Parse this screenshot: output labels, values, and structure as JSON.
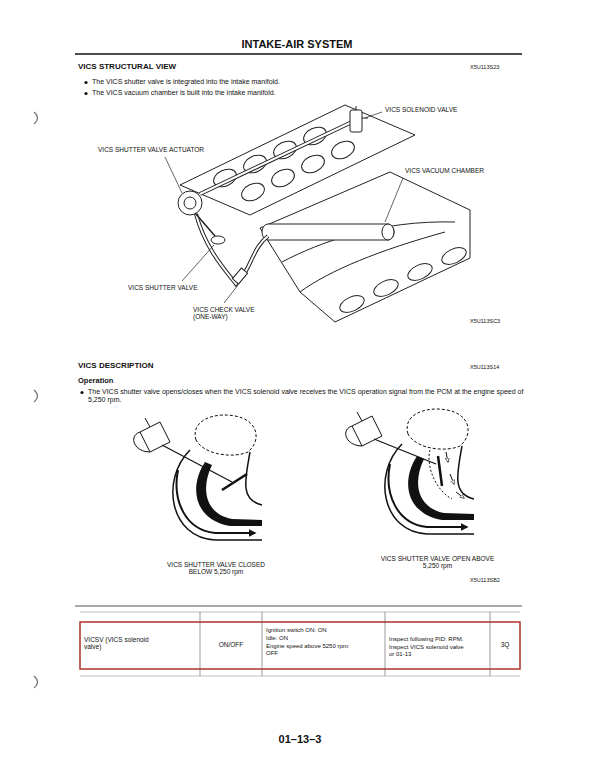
{
  "diagram": {
    "title": "INTAKE-AIR SYSTEM",
    "labels": [
      "VICS STRUCTURAL VIEW",
      "X5U113S23",
      "The VICS shutter valve is integrated into the intake manifold.",
      "The VICS vacuum chamber is built into the intake manifold.",
      "VICS SOLENOID VALVE",
      "VICS SHUTTER VALVE ACTUATOR",
      "VICS VACUUM CHAMBER",
      "VICS SHUTTER VALVE",
      "VICS CHECK VALVE (ONE-WAY)",
      "X5U113SC3",
      "VICS DESCRIPTION",
      "X5U113S14",
      "Operation",
      "The VICS shutter valve opens/closes when the VICS solenoid valve receives the VICS operation signal from the PCM at the engine speed of 5,250 rpm.",
      "VICS SHUTTER VALVE CLOSED BELOW 5,250 rpm",
      "VICS SHUTTER VALVE OPEN ABOVE 5,250 rpm",
      "X5U113SB2",
      "VICSV (VICS solenoid valve)",
      "ON/OFF",
      "Ignition switch ON: ON",
      "Idle: ON",
      "Engine speed above 5250 rpm: OFF",
      "Inspect following PID: RPM.",
      "Inspect VICS solenoid valve or 01-13",
      "3Q",
      "01–13–3"
    ]
  }
}
